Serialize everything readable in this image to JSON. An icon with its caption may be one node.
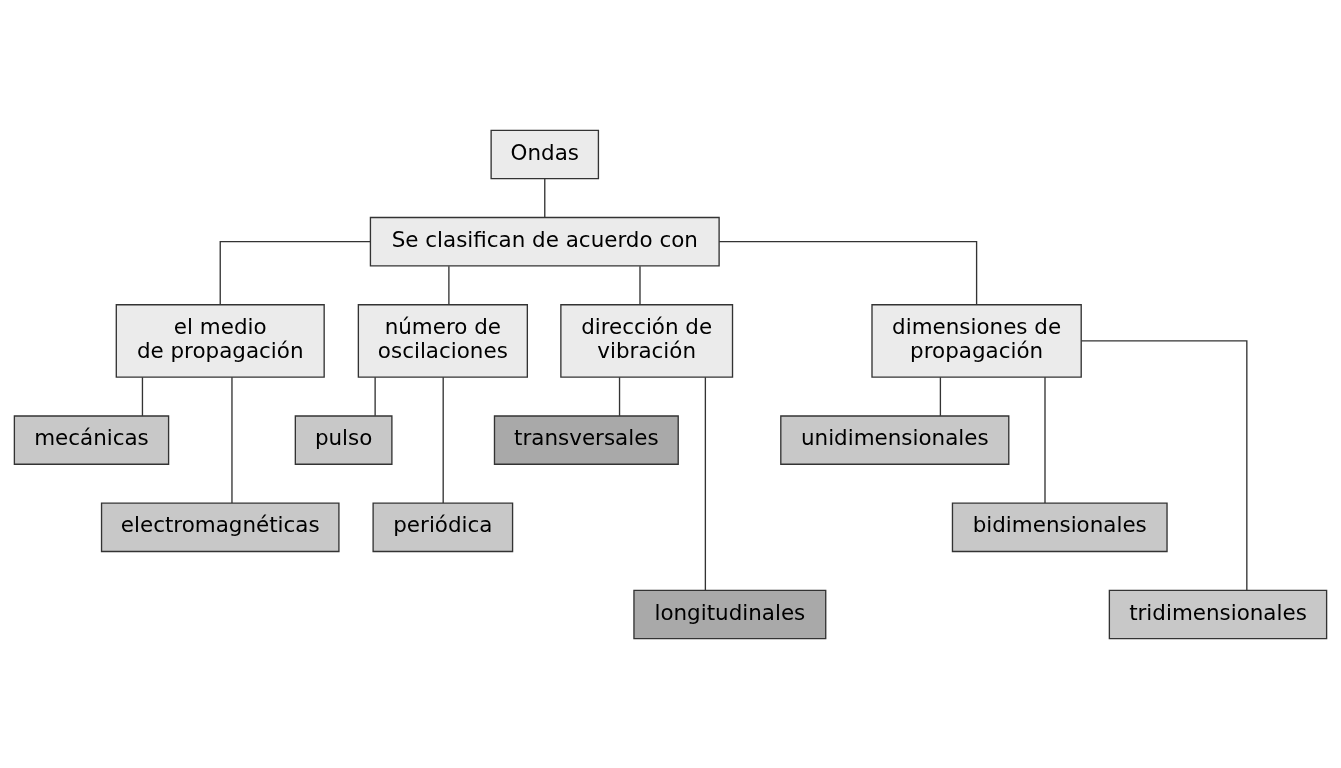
{
  "diagram": {
    "nodes": [
      {
        "text": [
          "Ondas"
        ]
      },
      {
        "text": [
          "Se clasifican de acuerdo con"
        ]
      },
      {
        "text": [
          "el medio de propagación"
        ]
      },
      {
        "text": [
          "número de oscilaciones"
        ]
      },
      {
        "text": [
          "dirección de vibración"
        ]
      },
      {
        "text": [
          "dimensiones de propagación"
        ]
      },
      {
        "text": [
          "mecánicas"
        ]
      },
      {
        "text": [
          "electromagnéticas"
        ]
      },
      {
        "text": [
          "pulso"
        ]
      },
      {
        "text": [
          "periódica"
        ]
      },
      {
        "text": [
          "transversales"
        ]
      },
      {
        "text": [
          "longitudinales"
        ]
      },
      {
        "text": [
          "unidimensionales"
        ]
      },
      {
        "text": [
          "bidimensionales"
        ]
      },
      {
        "text": [
          "tridimensionales"
        ]
      }
    ],
    "edges": [
      {
        "from": 0,
        "to": 1,
        "arrow": "none"
      },
      {
        "from": 1,
        "to": 2,
        "arrow": "none"
      },
      {
        "from": 1,
        "to": 3,
        "arrow": "none"
      },
      {
        "from": 1,
        "to": 4,
        "arrow": "none"
      },
      {
        "from": 1,
        "to": 5,
        "arrow": "none"
      },
      {
        "from": 2,
        "to": 6,
        "arrow": "none"
      },
      {
        "from": 2,
        "to": 7,
        "arrow": "none"
      },
      {
        "from": 3,
        "to": 8,
        "arrow": "none"
      },
      {
        "from": 3,
        "to": 9,
        "arrow": "none"
      },
      {
        "from": 4,
        "to": 10,
        "arrow": "none"
      },
      {
        "from": 4,
        "to": 11,
        "arrow": "none"
      },
      {
        "from": 5,
        "to": 12,
        "arrow": "none"
      },
      {
        "from": 5,
        "to": 13,
        "arrow": "none"
      },
      {
        "from": 5,
        "to": 14,
        "arrow": "none"
      }
    ]
  }
}
